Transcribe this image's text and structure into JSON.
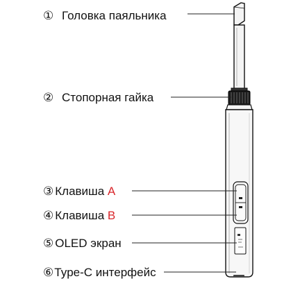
{
  "colors": {
    "text": "#111111",
    "accent": "#d9262b",
    "line": "#222222",
    "background": "#ffffff"
  },
  "callouts": [
    {
      "num": "①",
      "text": "Головка паяльника",
      "accent": ""
    },
    {
      "num": "②",
      "text": "Стопорная гайка",
      "accent": ""
    },
    {
      "num": "③",
      "text": "Клавиша ",
      "accent": "A"
    },
    {
      "num": "④",
      "text": "Клавиша ",
      "accent": "B"
    },
    {
      "num": "⑤",
      "text": "OLED экран",
      "accent": ""
    },
    {
      "num": "⑥",
      "text": "Type-C интерфейс",
      "accent": ""
    }
  ]
}
